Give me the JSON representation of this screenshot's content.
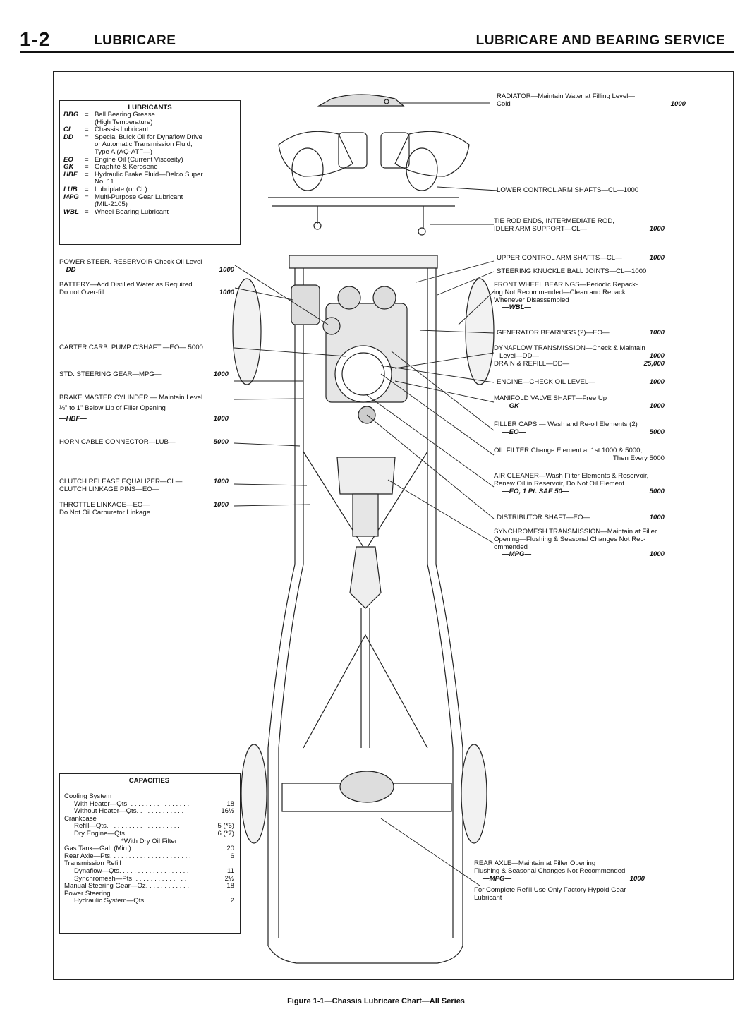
{
  "header": {
    "page_number": "1-2",
    "section": "LUBRICARE",
    "title": "LUBRICARE AND BEARING SERVICE"
  },
  "lubricants": {
    "title": "LUBRICANTS",
    "items": [
      {
        "code": "BBG",
        "eq": "=",
        "lines": [
          "Ball Bearing Grease",
          "(High Temperature)"
        ]
      },
      {
        "code": "CL",
        "eq": "=",
        "lines": [
          "Chassis Lubricant"
        ]
      },
      {
        "code": "DD",
        "eq": "=",
        "lines": [
          "Special Buick Oil for Dynaflow Drive",
          "or Automatic Transmission Fluid,",
          "Type A (AQ-ATF—)"
        ]
      },
      {
        "code": "EO",
        "eq": "=",
        "lines": [
          "Engine Oil (Current Viscosity)"
        ]
      },
      {
        "code": "GK",
        "eq": "=",
        "lines": [
          "Graphite & Kerosene"
        ]
      },
      {
        "code": "HBF",
        "eq": "=",
        "lines": [
          "Hydraulic Brake Fluid—Delco Super",
          "No. 11"
        ]
      },
      {
        "code": "LUB",
        "eq": "=",
        "lines": [
          "Lubriplate (or CL)"
        ]
      },
      {
        "code": "MPG",
        "eq": "=",
        "lines": [
          "Multi-Purpose Gear Lubricant",
          "(MIL-2105)"
        ]
      },
      {
        "code": "WBL",
        "eq": "=",
        "lines": [
          "Wheel Bearing Lubricant"
        ]
      }
    ]
  },
  "left_labels": {
    "power_steer_1": "POWER STEER. RESERVOIR Check Oil Level",
    "power_steer_code": "—DD—",
    "power_steer_num": "1000",
    "battery_1": "BATTERY—Add Distilled Water as Required.",
    "battery_2": "Do not Over-fill",
    "battery_num": "1000",
    "carter": "CARTER CARB. PUMP C'SHAFT —EO— 5000",
    "steering_gear": "STD. STEERING GEAR—MPG—",
    "steering_gear_num": "1000",
    "brake_1": "BRAKE MASTER CYLINDER — Maintain Level",
    "brake_2": "½\" to 1\" Below Lip of Filler Opening",
    "brake_code": "—HBF—",
    "brake_num": "1000",
    "horn": "HORN CABLE CONNECTOR—LUB—",
    "horn_num": "5000",
    "clutch_1": "CLUTCH RELEASE EQUALIZER—CL—",
    "clutch_2": "CLUTCH LINKAGE PINS—EO—",
    "clutch_num": "1000",
    "throttle": "THROTTLE LINKAGE—EO—",
    "throttle_num": "1000",
    "throttle_note": "Do Not Oil Carburetor Linkage"
  },
  "right_labels": {
    "radiator_1": "RADIATOR—Maintain Water at Filling Level—",
    "radiator_2": "Cold",
    "radiator_num": "1000",
    "lower_arm": "LOWER CONTROL ARM SHAFTS—CL—1000",
    "tie_rod_1": "TIE ROD ENDS, INTERMEDIATE ROD,",
    "tie_rod_2": "IDLER ARM SUPPORT—CL—",
    "tie_rod_num": "1000",
    "upper_arm": "UPPER CONTROL ARM SHAFTS—CL—",
    "upper_arm_num": "1000",
    "knuckle": "STEERING KNUCKLE BALL JOINTS—CL—1000",
    "wheel_brg_1": "FRONT WHEEL BEARINGS—Periodic Repack-",
    "wheel_brg_2": "ing Not Recommended—Clean and Repack",
    "wheel_brg_3": "Whenever Disassembled",
    "wheel_brg_4": "—WBL—",
    "generator": "GENERATOR BEARINGS (2)—EO—",
    "generator_num": "1000",
    "dynaflow_1": "DYNAFLOW TRANSMISSION—Check & Maintain",
    "dynaflow_2": "Level—DD—",
    "dynaflow_2_num": "1000",
    "dynaflow_3": "DRAIN & REFILL—DD—",
    "dynaflow_3_num": "25,000",
    "engine_oil": "ENGINE—CHECK OIL LEVEL—",
    "engine_oil_num": "1000",
    "manifold_1": "MANIFOLD VALVE SHAFT—Free Up",
    "manifold_2": "—GK—",
    "manifold_num": "1000",
    "filler_1": "FILLER CAPS — Wash and Re-oil Elements (2)",
    "filler_2": "—EO—",
    "filler_num": "5000",
    "oil_filter_1": "OIL FILTER Change Element at 1st 1000 & 5000,",
    "oil_filter_2": "Then Every 5000",
    "air_1": "AIR CLEANER—Wash Filter Elements & Reservoir,",
    "air_2": "Renew Oil in Reservoir, Do Not Oil Element",
    "air_3": "—EO, 1 Pt. SAE 50—",
    "air_num": "5000",
    "distributor": "DISTRIBUTOR SHAFT—EO—",
    "distributor_num": "1000",
    "synchro_1": "SYNCHROMESH TRANSMISSION—Maintain at Filler",
    "synchro_2": "Opening—Flushing & Seasonal Changes Not Rec-",
    "synchro_3": "ommended",
    "synchro_4": "—MPG—",
    "synchro_num": "1000",
    "rear_1": "REAR AXLE—Maintain at Filler Opening",
    "rear_2": "Flushing & Seasonal Changes Not Recommended",
    "rear_3": "—MPG—",
    "rear_num": "1000",
    "rear_4": "For Complete Refill Use Only Factory Hypoid Gear",
    "rear_5": "Lubricant"
  },
  "capacities": {
    "title": "CAPACITIES",
    "rows": [
      {
        "indent": 0,
        "label": "Cooling System",
        "value": ""
      },
      {
        "indent": 1,
        "label": "With Heater—Qts. . . . . . . . . . . . . . . . .",
        "value": "18"
      },
      {
        "indent": 1,
        "label": "Without Heater—Qts. . . . . . . . . . . . .",
        "value": "16½"
      },
      {
        "indent": 0,
        "label": "Crankcase",
        "value": ""
      },
      {
        "indent": 1,
        "label": "Refill—Qts. . . . . . . . . . . . . . . . . . . .",
        "value": "5 (*6)"
      },
      {
        "indent": 1,
        "label": "Dry Engine—Qts. . . . . . . . . . . . . . .",
        "value": "6 (*7)"
      },
      {
        "indent": 2,
        "label": "*With Dry Oil Filter",
        "value": ""
      },
      {
        "indent": 0,
        "label": "Gas Tank—Gal. (Min.) . . . . . . . . . . . . . . .",
        "value": "20"
      },
      {
        "indent": 0,
        "label": "Rear Axle—Pts. . . . . . . . . . . . . . . . . . . . . .",
        "value": "6"
      },
      {
        "indent": 0,
        "label": "Transmission Refill",
        "value": ""
      },
      {
        "indent": 1,
        "label": "Dynaflow—Qts. . . . . . . . . . . . . . . . . . .",
        "value": "11"
      },
      {
        "indent": 1,
        "label": "Synchromesh—Pts. . . . . . . . . . . . . . .",
        "value": "2½"
      },
      {
        "indent": 0,
        "label": "Manual Steering Gear—Oz. . . . . . . . . . . .",
        "value": "18"
      },
      {
        "indent": 0,
        "label": "Power Steering",
        "value": ""
      },
      {
        "indent": 1,
        "label": "Hydraulic System—Qts. . . . . . . . . . . . . .",
        "value": "2"
      }
    ]
  },
  "caption": "Figure 1-1—Chassis Lubricare Chart—All Series"
}
